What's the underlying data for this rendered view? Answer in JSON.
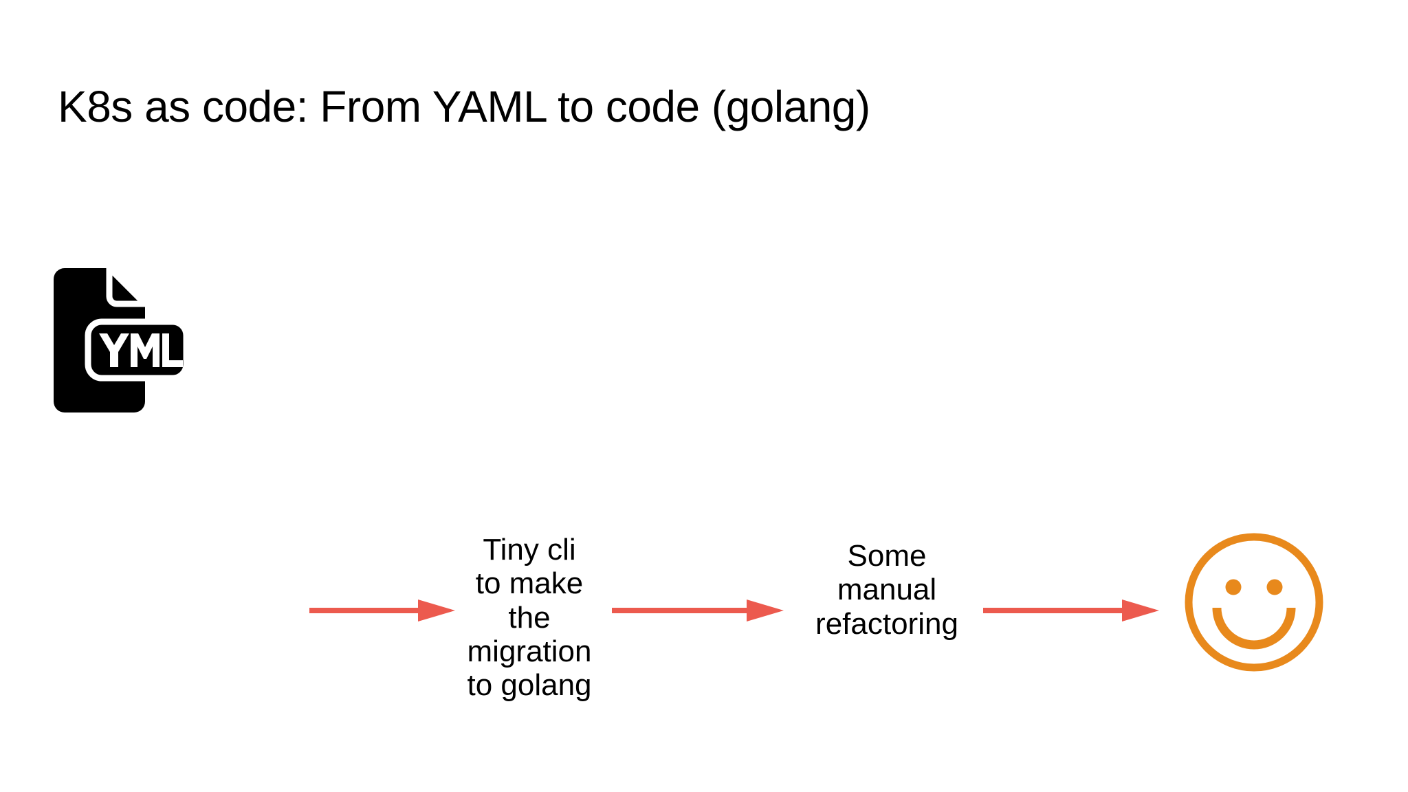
{
  "slide": {
    "background_color": "#ffffff",
    "title": "K8s as code: From YAML to code (golang)"
  },
  "palette": {
    "text": "#000000",
    "arrow": "#EC5A4E",
    "smiley": "#E8891C",
    "file_icon": "#000000",
    "file_icon_label": "#ffffff"
  },
  "flow": {
    "steps": [
      {
        "kind": "icon",
        "name": "yml-file-icon",
        "label": "YML"
      },
      {
        "kind": "text",
        "name": "tiny-cli-step",
        "lines": [
          "Tiny cli",
          "to make",
          "the",
          "migration",
          "to golang"
        ],
        "text": "Tiny cli to make the migration to golang"
      },
      {
        "kind": "text",
        "name": "manual-refactoring-step",
        "lines": [
          "Some",
          "manual",
          "refactoring"
        ],
        "text": "Some manual refactoring"
      },
      {
        "kind": "icon",
        "name": "smiley-face-icon",
        "label": "smiley"
      }
    ],
    "connectors": [
      {
        "name": "arrow-1",
        "direction": "right"
      },
      {
        "name": "arrow-2",
        "direction": "right"
      },
      {
        "name": "arrow-3",
        "direction": "right"
      }
    ]
  }
}
